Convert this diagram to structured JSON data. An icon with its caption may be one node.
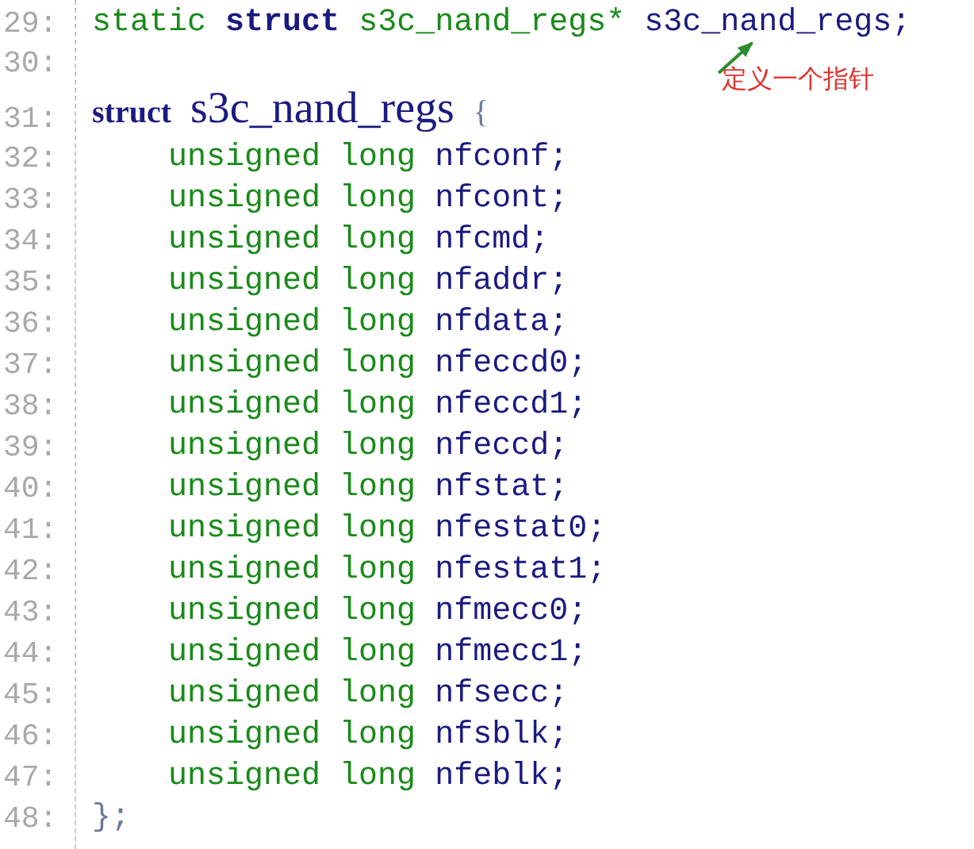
{
  "diagram": {
    "nodes": [
      {
        "text": [
          "定义一个指针"
        ]
      },
      {
        "text": [
          "static struct s3c_nand_regs* s3c_nand_regs;"
        ]
      }
    ],
    "edges": [
      {
        "from": 0,
        "to": 1,
        "arrow": "to",
        "color": "#2e8b2e"
      }
    ],
    "labels": [
      "29:",
      "30:",
      "31:",
      "struct s3c_nand_regs {",
      "32:",
      "unsigned long nfconf;",
      "33:",
      "unsigned long nfcont;",
      "34:",
      "unsigned long nfcmd;",
      "35:",
      "unsigned long nfaddr;",
      "36:",
      "unsigned long nfdata;",
      "37:",
      "unsigned long nfeccd0;",
      "38:",
      "unsigned long nfeccd1;",
      "39:",
      "unsigned long nfeccd;",
      "40:",
      "unsigned long nfstat;",
      "41:",
      "unsigned long nfestat0;",
      "42:",
      "unsigned long nfestat1;",
      "43:",
      "unsigned long nfmecc0;",
      "44:",
      "unsigned long nfmecc1;",
      "45:",
      "unsigned long nfsecc;",
      "46:",
      "unsigned long nfsblk;",
      "47:",
      "unsigned long nfeblk;",
      "48:",
      "};"
    ]
  }
}
